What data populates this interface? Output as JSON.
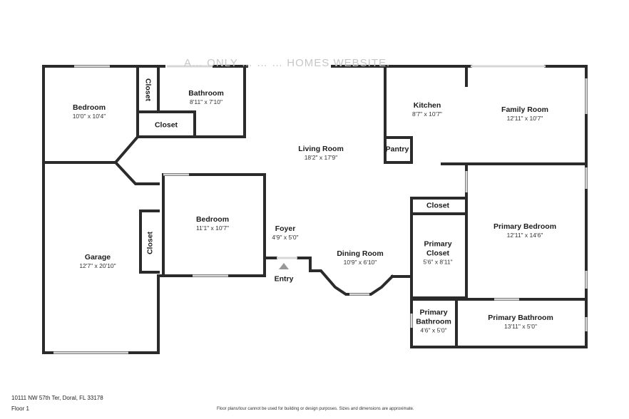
{
  "watermark": "A… ONLY … … … HOMES WEBSITE.",
  "rooms": {
    "bedroom_1": {
      "name": "Bedroom",
      "dims": "10'0\" x 10'4\""
    },
    "closet_vertical_top": {
      "name": "Closet"
    },
    "bathroom": {
      "name": "Bathroom",
      "dims": "8'11\" x 7'10\""
    },
    "closet_hall": {
      "name": "Closet"
    },
    "living_room": {
      "name": "Living Room",
      "dims": "18'2\" x 17'9\""
    },
    "kitchen": {
      "name": "Kitchen",
      "dims": "8'7\" x 10'7\""
    },
    "pantry": {
      "name": "Pantry"
    },
    "family_room": {
      "name": "Family Room",
      "dims": "12'11\" x 10'7\""
    },
    "closet_primary_top": {
      "name": "Closet"
    },
    "primary_bedroom": {
      "name": "Primary Bedroom",
      "dims": "12'11\" x 14'6\""
    },
    "primary_closet": {
      "name": "Primary Closet",
      "dims": "5'6\" x 8'11\""
    },
    "bedroom_2": {
      "name": "Bedroom",
      "dims": "11'1\" x 10'7\""
    },
    "closet_vertical_left": {
      "name": "Closet"
    },
    "garage": {
      "name": "Garage",
      "dims": "12'7\" x 20'10\""
    },
    "foyer": {
      "name": "Foyer",
      "dims": "4'9\" x 5'0\""
    },
    "dining_room": {
      "name": "Dining Room",
      "dims": "10'9\" x 6'10\""
    },
    "primary_bathroom_small": {
      "name": "Primary Bathroom",
      "dims": "4'6\" x 5'0\""
    },
    "primary_bathroom": {
      "name": "Primary Bathroom",
      "dims": "13'11\" x 5'0\""
    }
  },
  "entry_label": "Entry",
  "footer": {
    "address": "10111 NW 57th Ter, Doral, FL 33178",
    "floor": "Floor 1",
    "disclaimer": "Floor plans/tour cannot be used for building or design purposes. Sizes and dimensions are approximate."
  },
  "colors": {
    "wall": "#2b2b2b",
    "window": "#d7d7d7",
    "background": "#ffffff"
  }
}
